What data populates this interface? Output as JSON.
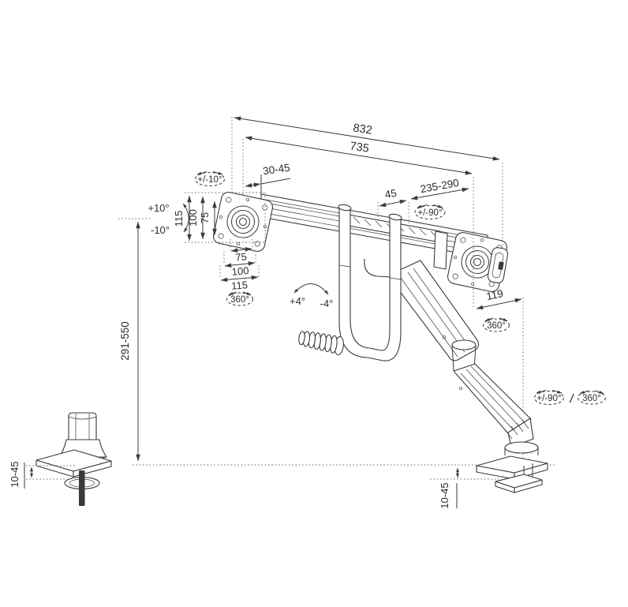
{
  "drawing": {
    "title": "dual-monitor-desk-mount-dimension-drawing",
    "colors": {
      "line": "#3a3a3a",
      "text": "#2d2d2d",
      "background": "#ffffff"
    },
    "dims": {
      "overall_width": "832",
      "vesa_center_span": "735",
      "end_offset": "30-45",
      "carriage_width": "45",
      "slide_range": "235-290",
      "forearm_offset": "119",
      "plate_v_outer": "115",
      "plate_v_mid": "100",
      "plate_v_inner": "75",
      "plate_h_inner": "75",
      "plate_h_mid": "100",
      "plate_h_outer": "115",
      "height_range": "291-550",
      "grommet_desk_thickness": "10-45",
      "clamp_desk_thickness": "10-45"
    },
    "angles": {
      "vesa_tilt": "+/-10°",
      "swivel_up": "+10°",
      "swivel_down": "-10°",
      "bar_tilt_up": "+4°",
      "bar_tilt_down": "-4°",
      "vesa_rotate": "360°",
      "head_pan": "+/-90°",
      "elbow_rotate": "360°",
      "base_pan": "+/-90°",
      "base_pan_separator": "/",
      "base_rotate": "360°"
    }
  }
}
